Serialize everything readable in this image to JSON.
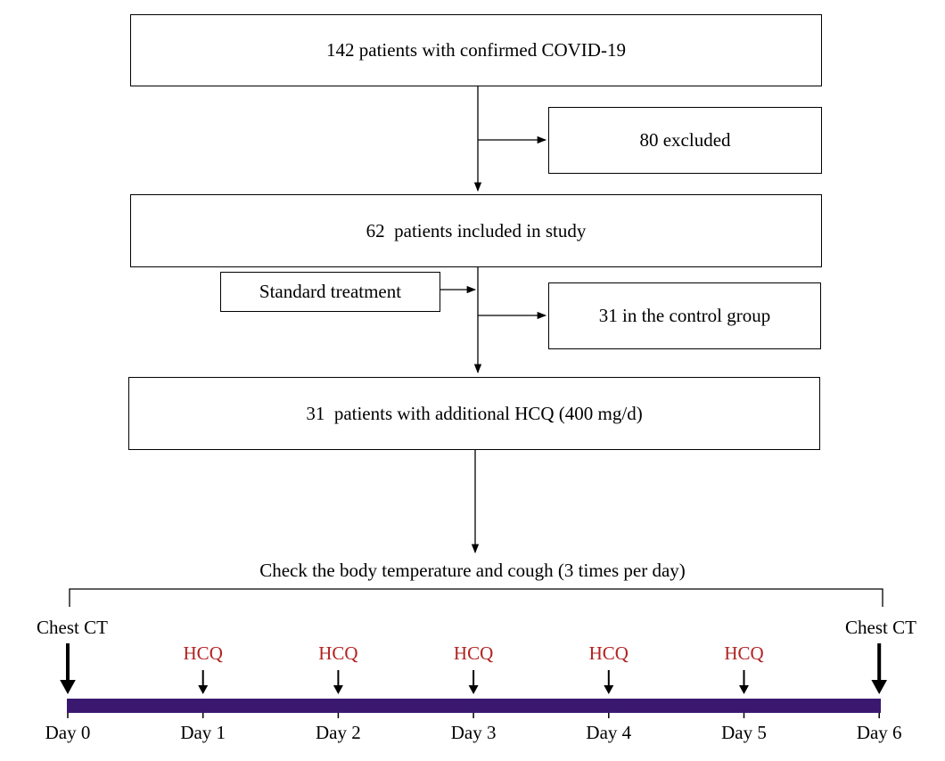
{
  "flow": {
    "confirmed": "142 patients with confirmed COVID-19",
    "excluded": "80 excluded",
    "included": "62  patients included in study",
    "standard": "Standard treatment",
    "control": "31 in the control group",
    "hcq_group": "31  patients with additional HCQ (400 mg/d)",
    "check": "Check the body temperature and cough (3 times per day)"
  },
  "timeline": {
    "start_label": "Chest CT",
    "end_label": "Chest CT",
    "dose_label": "HCQ",
    "days": [
      "Day 0",
      "Day 1",
      "Day 2",
      "Day 3",
      "Day 4",
      "Day 5",
      "Day 6"
    ],
    "bar_color": "#3b1870",
    "dose_color": "#b22222"
  }
}
